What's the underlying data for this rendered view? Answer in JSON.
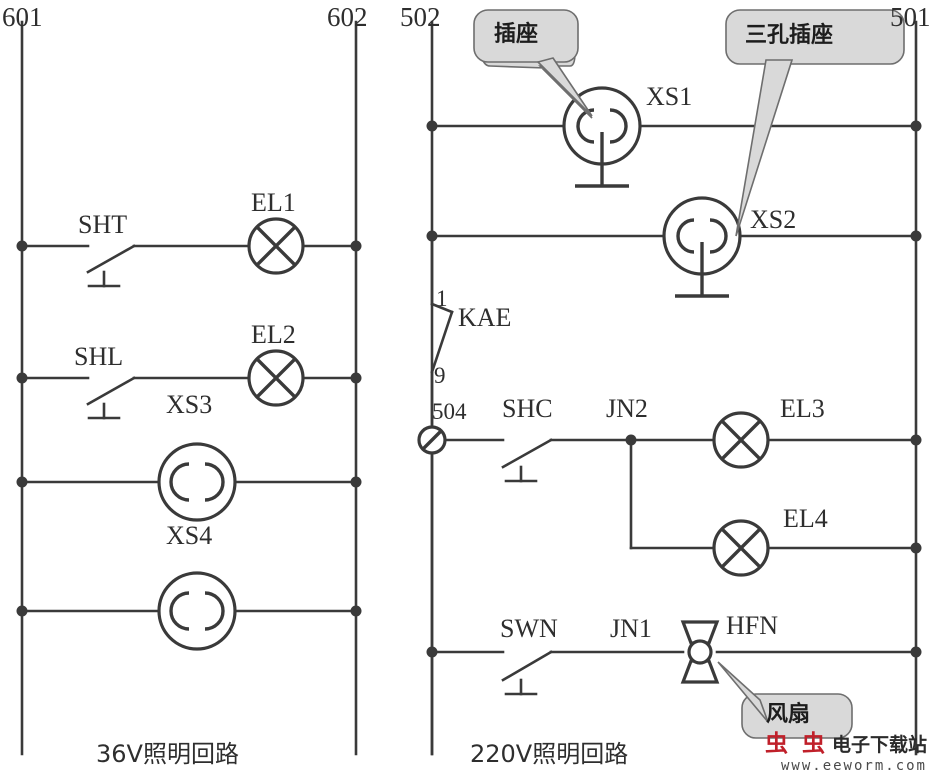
{
  "diagram": {
    "title_left": "36V照明回路",
    "title_right": "220V照明回路",
    "ink_color": "#3a3a3a",
    "bubble_color": "#d9d9d9"
  },
  "left_circuit": {
    "rail_left_label": "601",
    "rail_right_label": "602",
    "caption": "36V照明回路",
    "rows": [
      {
        "switch": "SHT",
        "load": "EL1",
        "load_type": "lamp"
      },
      {
        "switch": "SHL",
        "load": "EL2",
        "load_type": "lamp"
      },
      {
        "switch": "",
        "load": "XS3",
        "load_type": "socket"
      },
      {
        "switch": "",
        "load": "XS4",
        "load_type": "socket"
      }
    ]
  },
  "right_circuit": {
    "rail_left_label": "502",
    "rail_right_label": "501",
    "caption": "220V照明回路",
    "sockets": [
      {
        "label": "XS1",
        "type": "socket-grounded"
      },
      {
        "label": "XS2",
        "type": "socket-grounded"
      }
    ],
    "relay": {
      "label": "KAE",
      "terminal_top": "1",
      "terminal_bottom": "9"
    },
    "terminal_504": "504",
    "lamp_branch": {
      "switch": "SHC",
      "junction": "JN2",
      "lamps": [
        "EL3",
        "EL4"
      ]
    },
    "fan_branch": {
      "switch": "SWN",
      "junction": "JN1",
      "fan": "HFN"
    }
  },
  "callouts": [
    {
      "id": "callout-xs1",
      "text": "插座",
      "target": "XS1"
    },
    {
      "id": "callout-xs2",
      "text": "三孔插座",
      "target": "XS2"
    },
    {
      "id": "callout-hfn",
      "text": "风扇",
      "target": "HFN"
    }
  ],
  "watermark": {
    "bug": "虫 虫",
    "site": "电子下载站",
    "url": "www.eeworm.com"
  }
}
